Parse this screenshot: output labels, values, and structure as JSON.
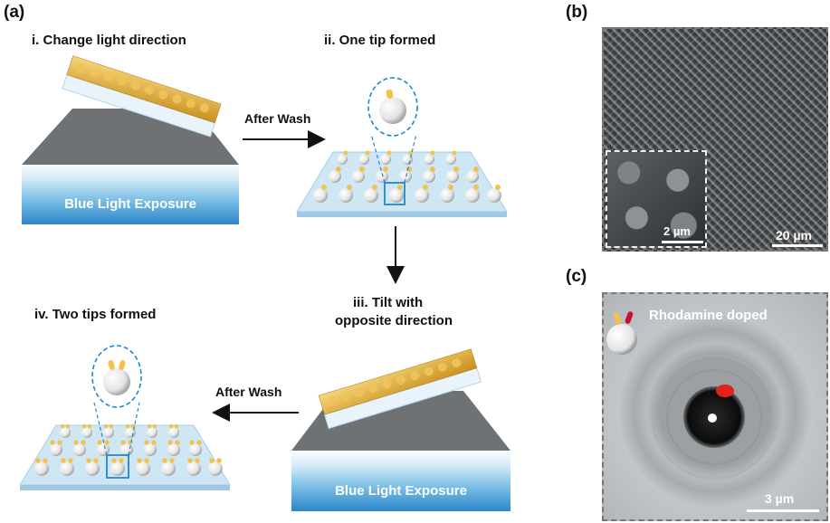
{
  "panels": {
    "a": "(a)",
    "b": "(b)",
    "c": "(c)"
  },
  "steps": {
    "step1": "i. Change light direction",
    "step2": "ii. One tip formed",
    "step3_line1": "iii. Tilt with",
    "step3_line2": "opposite direction",
    "step4": "iv.  Two tips formed"
  },
  "arrows": {
    "wash1": "After Wash",
    "wash2": "After Wash"
  },
  "exposure": {
    "box1": "Blue Light Exposure",
    "box2": "Blue Light Exposure"
  },
  "micrographs": {
    "sem_inset_scale": "2 µm",
    "sem_scale": "20 µm",
    "optical_label": "Rhodamine doped",
    "optical_scale": "3 µm"
  },
  "colors": {
    "bead": "#f0f0f0",
    "tip_gold": "#f2c24c",
    "tip_red": "#c8102e",
    "substrate": "#cfe6f5",
    "wedge": "#6e7275",
    "highlight": "#1e88d0"
  }
}
